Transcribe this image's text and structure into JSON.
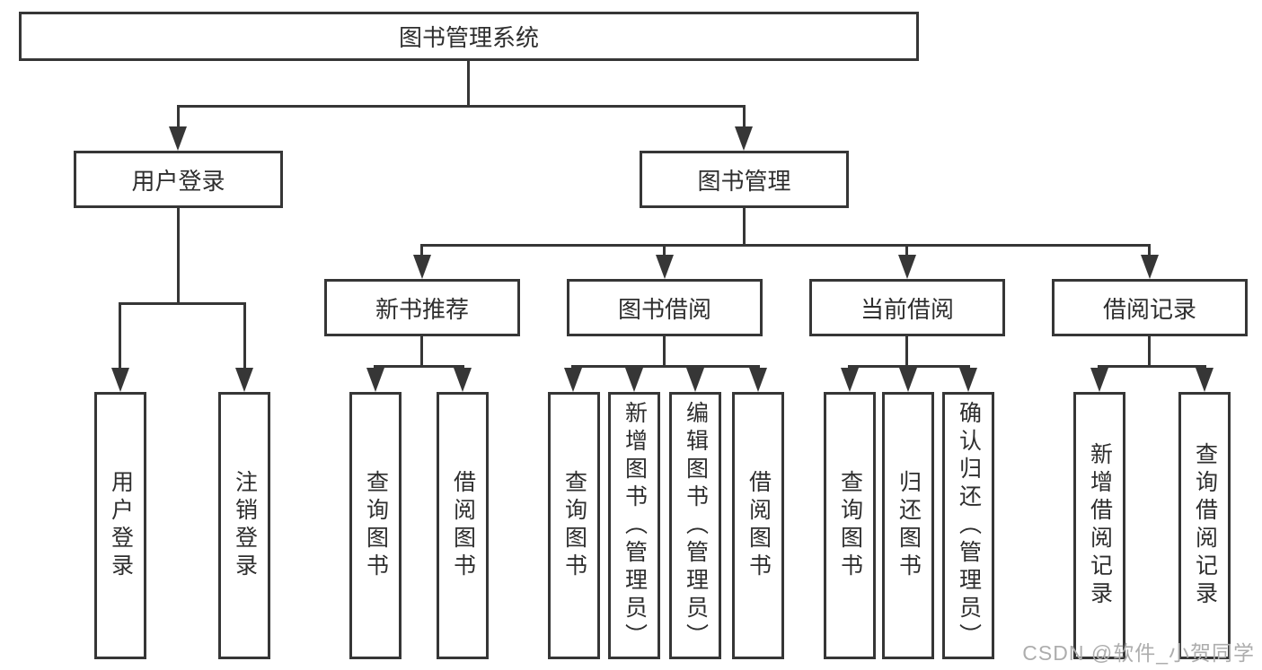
{
  "diagram": {
    "root": {
      "label": "图书管理系统"
    },
    "user_login": {
      "label": "用户登录",
      "children": [
        {
          "label": "用户登录"
        },
        {
          "label": "注销登录"
        }
      ]
    },
    "book_mgmt": {
      "label": "图书管理",
      "children": [
        {
          "label": "新书推荐",
          "children": [
            {
              "label": "查询图书"
            },
            {
              "label": "借阅图书"
            }
          ]
        },
        {
          "label": "图书借阅",
          "children": [
            {
              "label": "查询图书"
            },
            {
              "label": "新增图书（管理员）"
            },
            {
              "label": "编辑图书（管理员）"
            },
            {
              "label": "借阅图书"
            }
          ]
        },
        {
          "label": "当前借阅",
          "children": [
            {
              "label": "查询图书"
            },
            {
              "label": "归还图书"
            },
            {
              "label": "确认归还（管理员）"
            }
          ]
        },
        {
          "label": "借阅记录",
          "children": [
            {
              "label": "新增借阅记录"
            },
            {
              "label": "查询借阅记录"
            }
          ]
        }
      ]
    }
  },
  "watermark": {
    "text": "CSDN @软件_小贺同学"
  },
  "colors": {
    "line": "#363636",
    "text": "#2e2e2e",
    "watermark": "#adadad",
    "background": "#ffffff"
  }
}
